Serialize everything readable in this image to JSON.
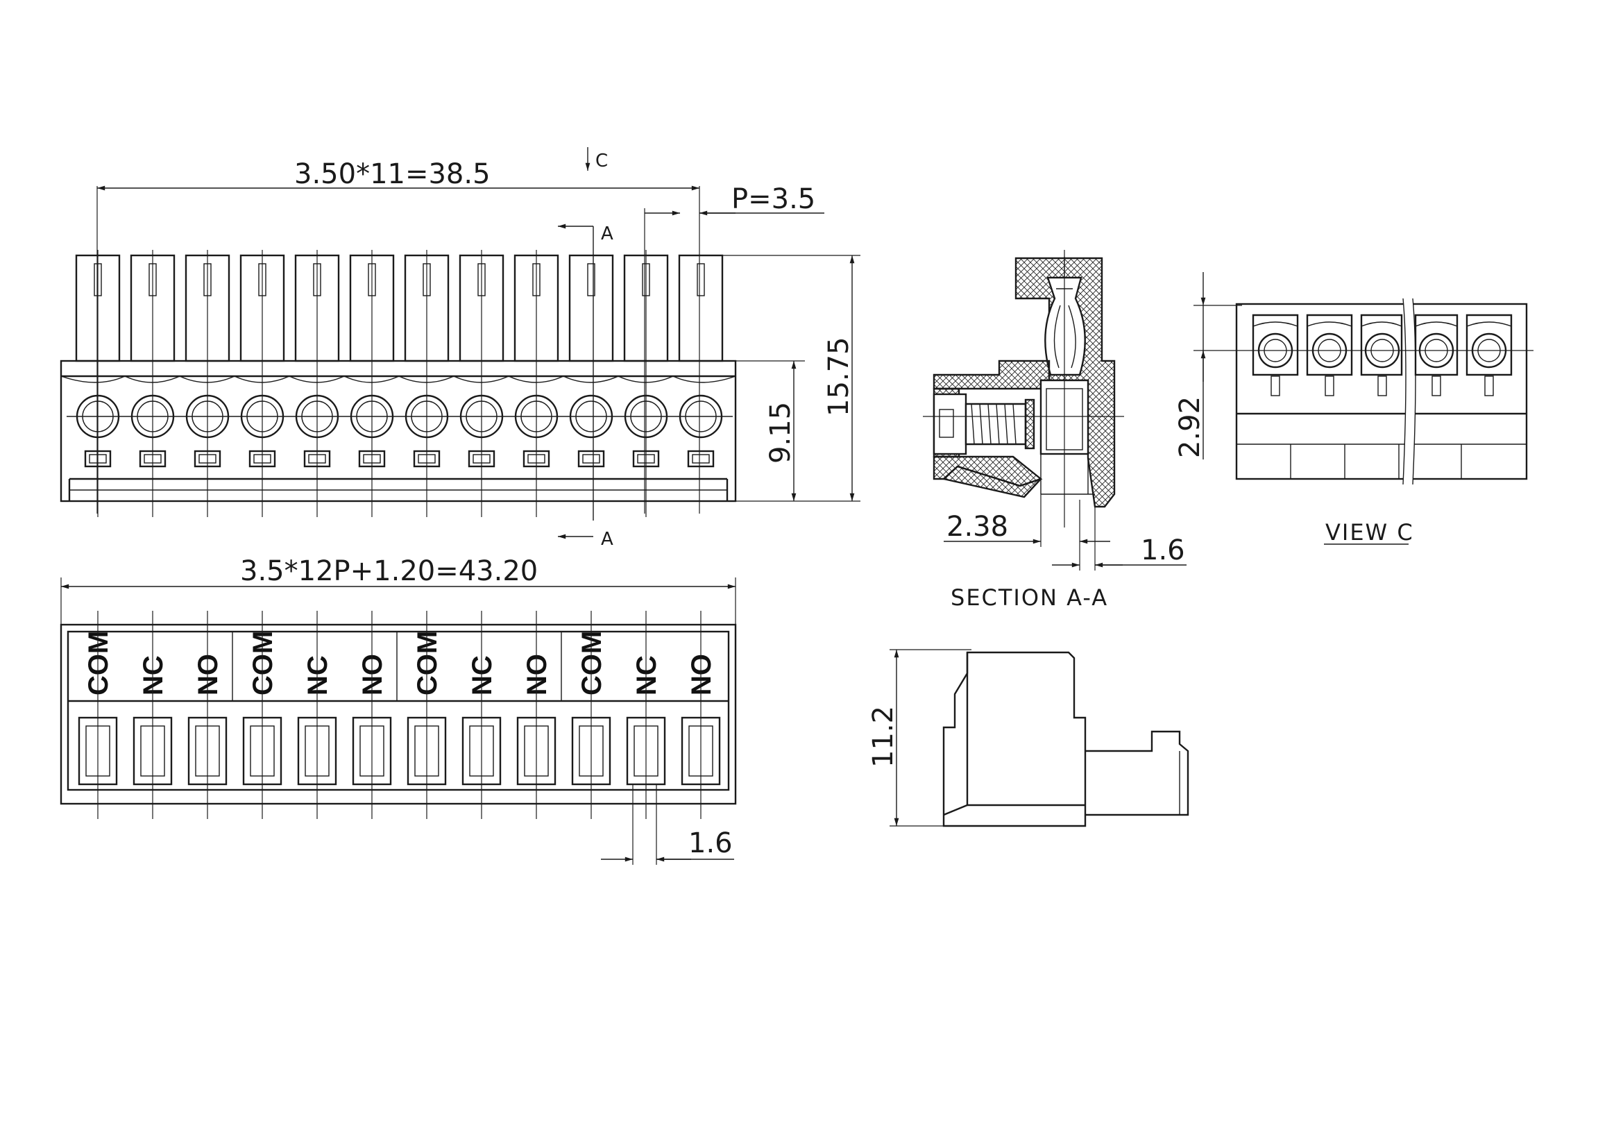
{
  "dimensions": {
    "pitch_total": "3.50*11=38.5",
    "pitch": "P=3.5",
    "height_total": "15.75",
    "height_body": "9.15",
    "section_depth_a": "2.38",
    "section_depth_b": "1.6",
    "view_c_height": "2.92",
    "length_total": "3.5*12P+1.20=43.20",
    "bottom_offset": "1.6",
    "side_height": "11.2"
  },
  "markers": {
    "section_mark": "A",
    "view_mark": "C"
  },
  "captions": {
    "section": "SECTION A-A",
    "view": "VIEW C"
  },
  "pin_labels": [
    "COM",
    "NC",
    "NO",
    "COM",
    "NC",
    "NO",
    "COM",
    "NC",
    "NO",
    "COM",
    "NC",
    "NO"
  ]
}
